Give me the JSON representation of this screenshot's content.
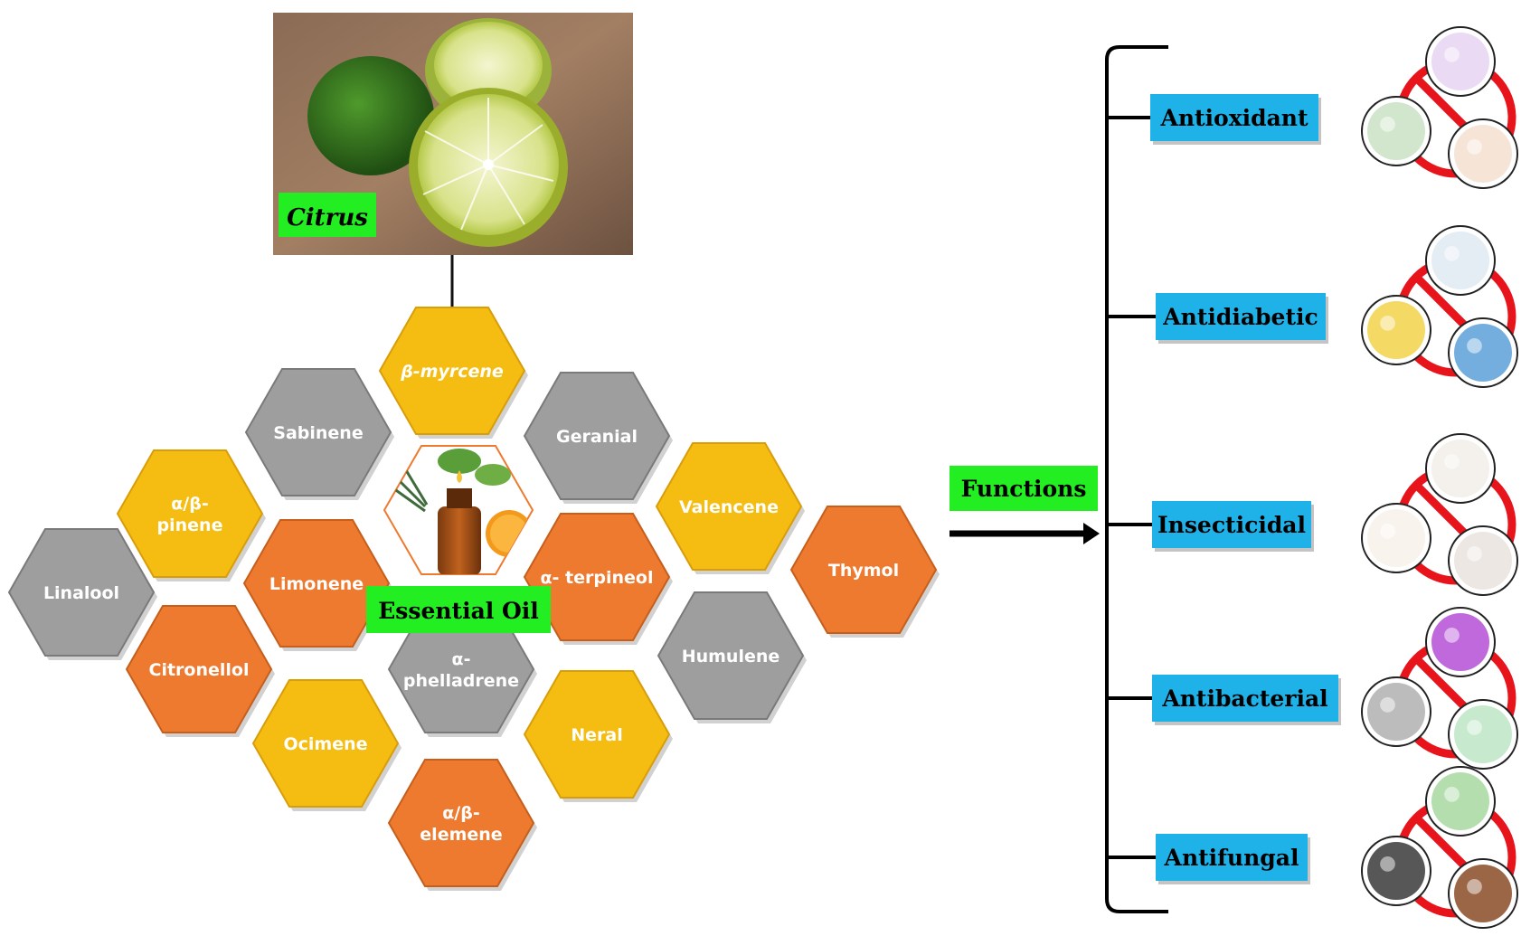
{
  "diagram": {
    "source_label": "Citrus",
    "center_label": "Essential Oil",
    "functions_label": "Functions",
    "colors": {
      "yellow": "#F5BD12",
      "orange": "#EE7A30",
      "gray": "#9E9E9E",
      "green_tag": "#22EE22",
      "blue_tag": "#1FB2E8",
      "prohibit": "#E8141B"
    },
    "compounds": [
      {
        "lines": [
          "β-myrcene"
        ],
        "color": "yellow"
      },
      {
        "lines": [
          "Sabinene"
        ],
        "color": "gray"
      },
      {
        "lines": [
          "Geranial"
        ],
        "color": "gray"
      },
      {
        "lines": [
          "α/β-",
          "pinene"
        ],
        "color": "yellow"
      },
      {
        "lines": [
          "Valencene"
        ],
        "color": "yellow"
      },
      {
        "lines": [
          "Limonene"
        ],
        "color": "orange"
      },
      {
        "lines": [
          "α- terpineol"
        ],
        "color": "orange"
      },
      {
        "lines": [
          "Thymol"
        ],
        "color": "orange"
      },
      {
        "lines": [
          "Linalool"
        ],
        "color": "gray"
      },
      {
        "lines": [
          "Citronellol"
        ],
        "color": "orange"
      },
      {
        "lines": [
          "α-",
          "phelladrene"
        ],
        "color": "gray"
      },
      {
        "lines": [
          "Humulene"
        ],
        "color": "gray"
      },
      {
        "lines": [
          "Ocimene"
        ],
        "color": "yellow"
      },
      {
        "lines": [
          "Neral"
        ],
        "color": "yellow"
      },
      {
        "lines": [
          "α/β-",
          "elemene"
        ],
        "color": "orange"
      }
    ],
    "functions": [
      {
        "label": "Antioxidant",
        "icon": "cell-icon"
      },
      {
        "label": "Antidiabetic",
        "icon": "pill-icon"
      },
      {
        "label": "Insecticidal",
        "icon": "insect-icon"
      },
      {
        "label": "Antibacterial",
        "icon": "bacteria-icon"
      },
      {
        "label": "Antifungal",
        "icon": "fungus-icon"
      }
    ]
  }
}
